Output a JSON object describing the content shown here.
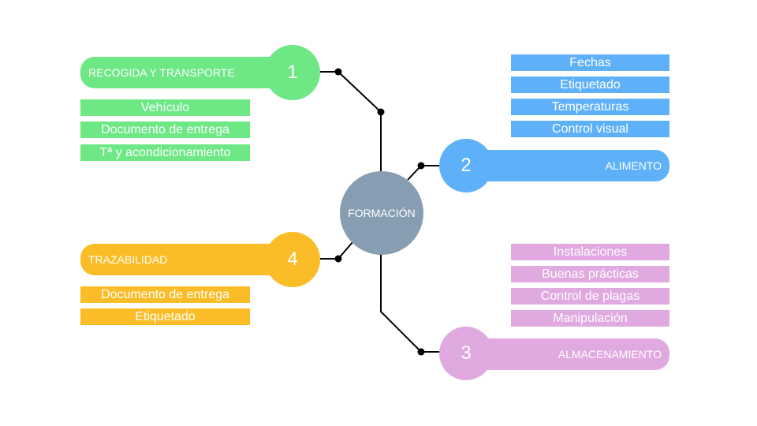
{
  "center": {
    "label": "FORMACIÓN",
    "color": "#879eb2"
  },
  "branches": [
    {
      "number": "1",
      "title": "RECOGIDA Y TRANSPORTE",
      "color": "#6de885",
      "items": [
        "Vehículo",
        "Documento de entrega",
        "Tª y acondicionamiento"
      ]
    },
    {
      "number": "2",
      "title": "ALIMENTO",
      "color": "#5eb1f8",
      "items": [
        "Fechas",
        "Etiquetado",
        "Temperaturas",
        "Control visual"
      ]
    },
    {
      "number": "3",
      "title": "ALMACENAMIENTO",
      "color": "#e0a9e0",
      "items": [
        "Instalaciones",
        "Buenas prácticas",
        "Control de plagas",
        "Manipulación"
      ]
    },
    {
      "number": "4",
      "title": "TRAZABILIDAD",
      "color": "#fbbd27",
      "items": [
        "Documento de entrega",
        "Etiquetado"
      ]
    }
  ]
}
